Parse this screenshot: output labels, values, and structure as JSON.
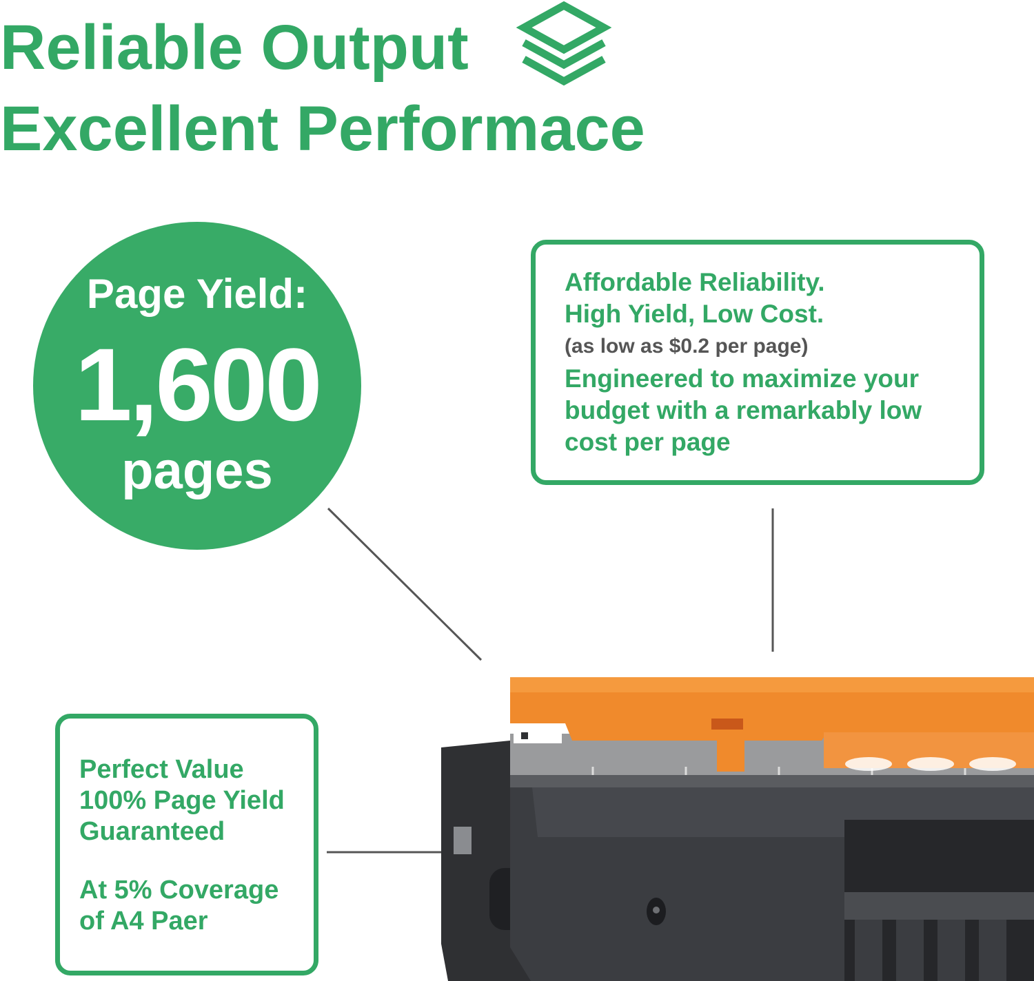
{
  "headline": {
    "line1": "Reliable Output",
    "line2": "Excellent Performace"
  },
  "icons": {
    "headline_icon": "layers-stack-icon",
    "product": "toner-cartridge-image"
  },
  "yield_badge": {
    "label": "Page Yield:",
    "number": "1,600",
    "unit": "pages"
  },
  "top_box": {
    "line1": "Affordable Reliability.",
    "line2": "High Yield, Low Cost.",
    "note": "(as low as $0.2 per page)",
    "line3": "Engineered to maximize your",
    "line4": "budget with a remarkably low",
    "line5": "cost per page"
  },
  "bottom_box": {
    "line1": "Perfect  Value",
    "line2": "100% Page Yield",
    "line3": "Guaranteed",
    "line4": "At 5% Coverage",
    "line5": "of A4 Paer"
  },
  "colors": {
    "brand_green": "#33a865",
    "badge_green": "#38ab67",
    "note_gray": "#555555",
    "cartridge_orange": "#f08a2c",
    "cartridge_body": "#3b3d41"
  }
}
